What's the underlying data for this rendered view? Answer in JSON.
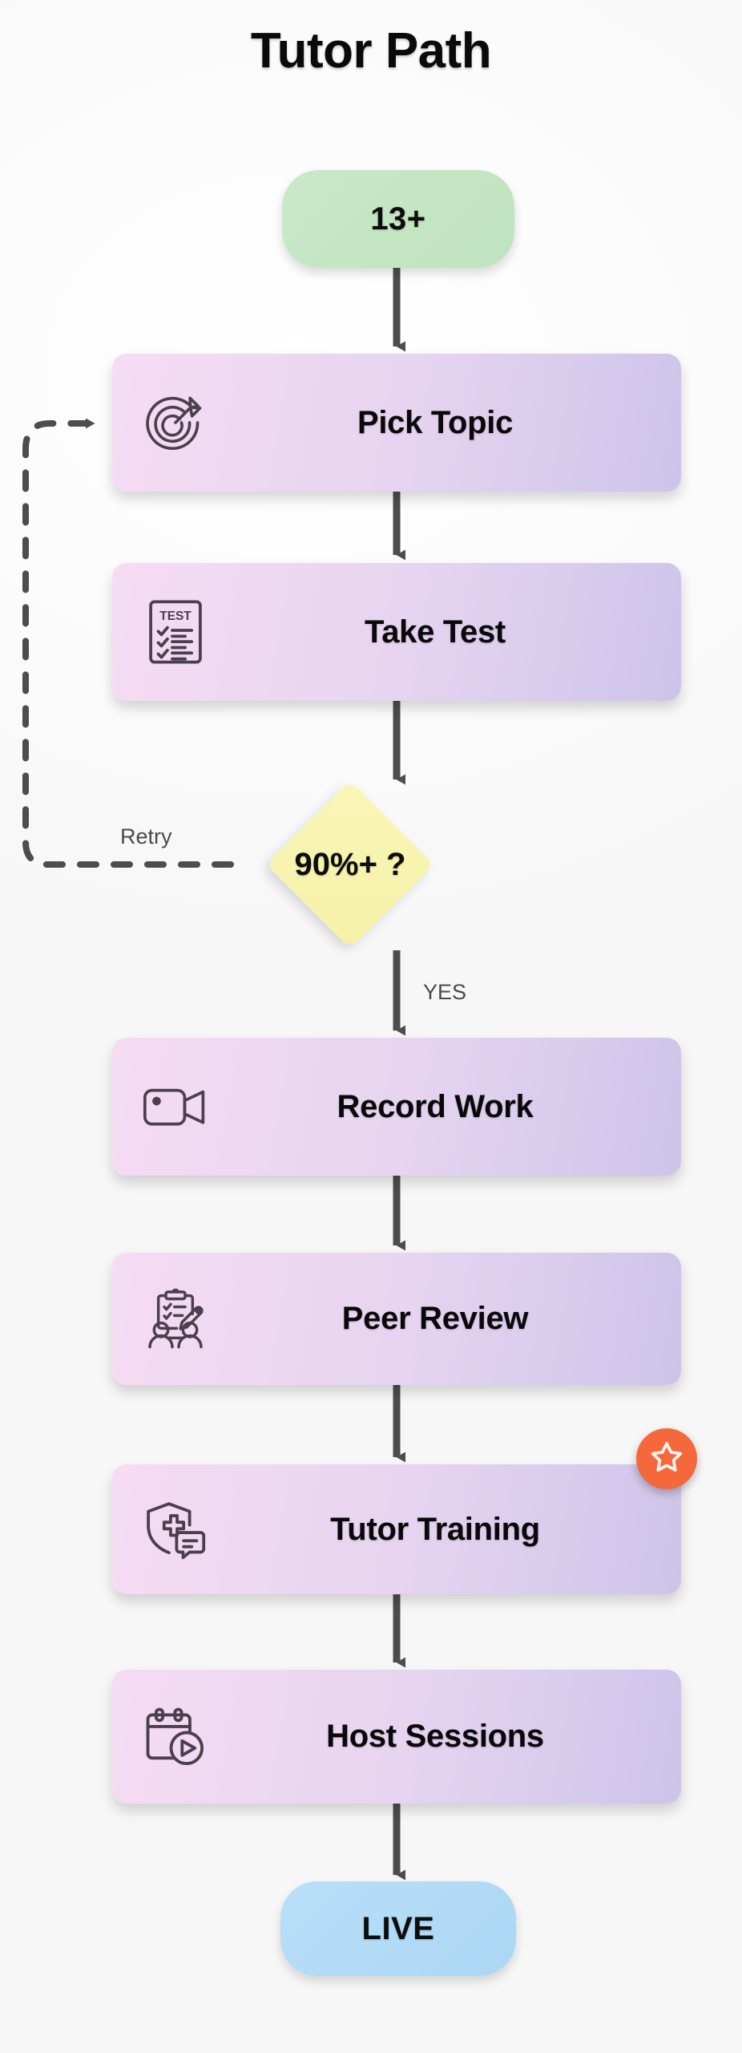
{
  "diagram": {
    "title": "Tutor Path",
    "type": "flowchart",
    "orientation": "top-to-bottom",
    "colors": {
      "background": "#fdfdfd",
      "start_node": "#c7e6c7",
      "process_node_left": "#f5dcf2",
      "process_node_right": "#cdc3ea",
      "decision_node": "#f7f4b4",
      "end_node": "#b4dcf6",
      "badge": "#f4683c",
      "connector": "#4d4d4d",
      "title_text": "#0a0a0a",
      "icon_stroke": "#4b3f4c"
    },
    "nodes": [
      {
        "id": "start",
        "shape": "stadium",
        "label": "13+",
        "icon": "none"
      },
      {
        "id": "pick-topic",
        "shape": "rect",
        "label": "Pick Topic",
        "icon": "target-icon"
      },
      {
        "id": "take-test",
        "shape": "rect",
        "label": "Take Test",
        "icon": "test-clipboard-icon"
      },
      {
        "id": "score-check",
        "shape": "diamond",
        "label": "90%+ ?",
        "icon": "none"
      },
      {
        "id": "record-work",
        "shape": "rect",
        "label": "Record Work",
        "icon": "video-camera-icon"
      },
      {
        "id": "peer-review",
        "shape": "rect",
        "label": "Peer Review",
        "icon": "peer-review-icon"
      },
      {
        "id": "tutor-training",
        "shape": "rect",
        "label": "Tutor Training",
        "icon": "shield-chat-icon"
      },
      {
        "id": "host-sessions",
        "shape": "rect",
        "label": "Host Sessions",
        "icon": "calendar-play-icon"
      },
      {
        "id": "live",
        "shape": "stadium",
        "label": "LIVE",
        "icon": "none"
      }
    ],
    "edges": [
      {
        "from": "start",
        "to": "pick-topic",
        "label": "",
        "style": "solid"
      },
      {
        "from": "pick-topic",
        "to": "take-test",
        "label": "",
        "style": "solid"
      },
      {
        "from": "take-test",
        "to": "score-check",
        "label": "",
        "style": "solid"
      },
      {
        "from": "score-check",
        "to": "record-work",
        "label": "YES",
        "style": "solid"
      },
      {
        "from": "score-check",
        "to": "pick-topic",
        "label": "Retry",
        "style": "dashed"
      },
      {
        "from": "record-work",
        "to": "peer-review",
        "label": "",
        "style": "solid"
      },
      {
        "from": "peer-review",
        "to": "tutor-training",
        "label": "",
        "style": "solid"
      },
      {
        "from": "tutor-training",
        "to": "host-sessions",
        "label": "",
        "style": "solid"
      },
      {
        "from": "host-sessions",
        "to": "live",
        "label": "",
        "style": "solid"
      }
    ],
    "badges": [
      {
        "attached_to": "tutor-training",
        "icon": "star-icon",
        "color": "#f4683c"
      }
    ],
    "edge_labels": {
      "retry": "Retry",
      "yes": "YES"
    }
  }
}
